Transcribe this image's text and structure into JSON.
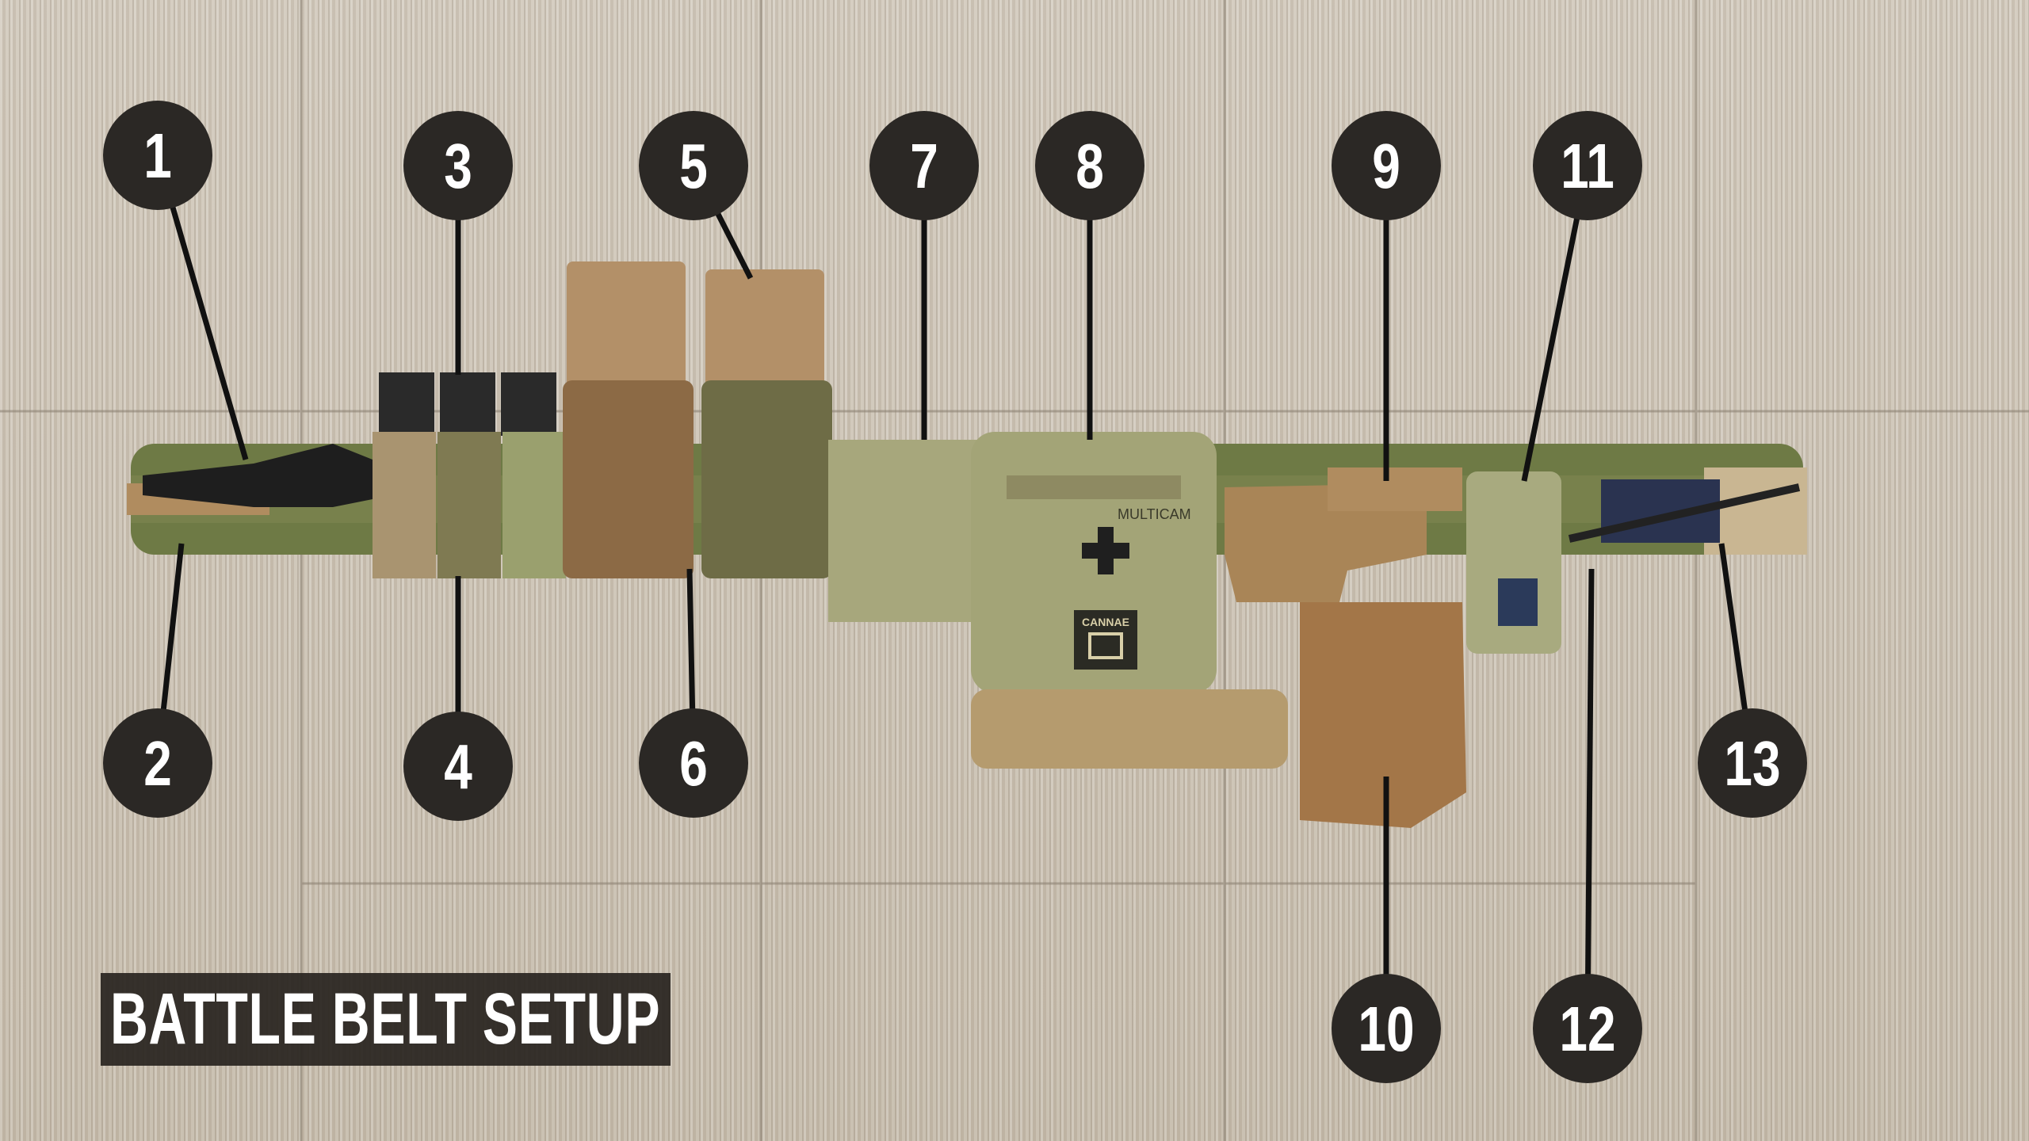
{
  "title": "BATTLE BELT SETUP",
  "callouts": [
    "1",
    "2",
    "3",
    "4",
    "5",
    "6",
    "7",
    "8",
    "9",
    "10",
    "11",
    "12",
    "13"
  ],
  "pouch_labels": {
    "patch_brand": "CANNAE",
    "medical_pouch_text": "MULTICAM"
  },
  "colors": {
    "callout_fill": "#2b2825",
    "callout_text": "#ffffff",
    "belt": "#6e7a45",
    "coyote": "#b08c5f"
  }
}
